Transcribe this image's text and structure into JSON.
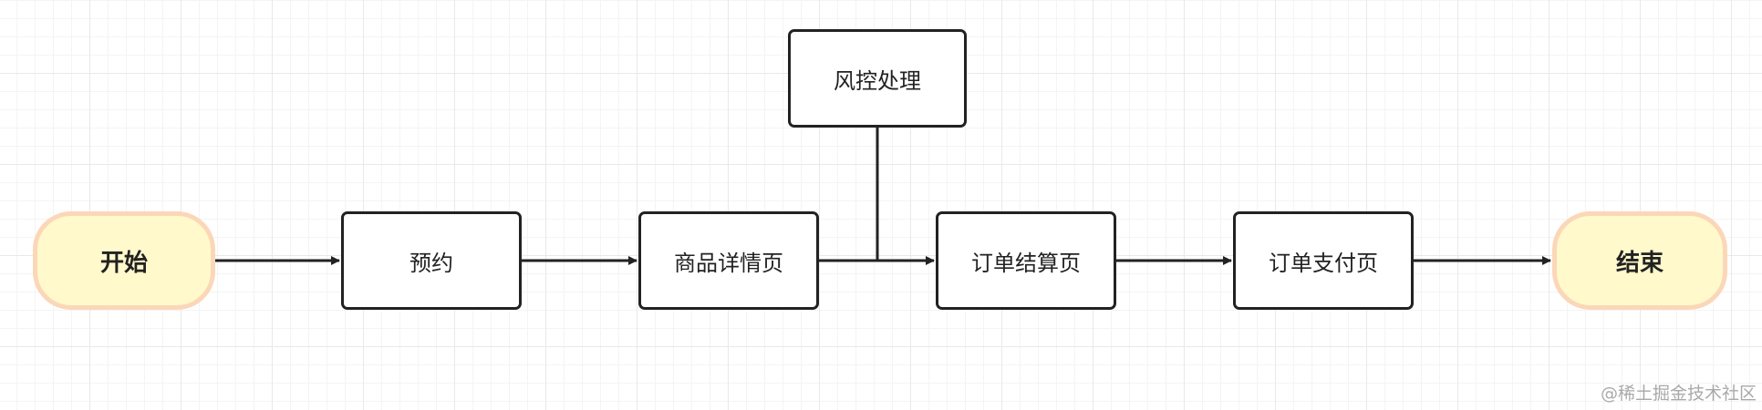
{
  "diagram": {
    "terminal_fill": "#fff9cc",
    "terminal_stroke": "#fbd7b8",
    "node_stroke": "#222222",
    "edge_color": "#222222",
    "nodes": [
      {
        "id": "start",
        "label": "开始",
        "kind": "terminal"
      },
      {
        "id": "reserve",
        "label": "预约",
        "kind": "process"
      },
      {
        "id": "detail",
        "label": "商品详情页",
        "kind": "process"
      },
      {
        "id": "risk",
        "label": "风控处理",
        "kind": "process"
      },
      {
        "id": "checkout",
        "label": "订单结算页",
        "kind": "process"
      },
      {
        "id": "pay",
        "label": "订单支付页",
        "kind": "process"
      },
      {
        "id": "end",
        "label": "结束",
        "kind": "terminal"
      }
    ],
    "edges": [
      {
        "from": "start",
        "to": "reserve",
        "arrow": true
      },
      {
        "from": "reserve",
        "to": "detail",
        "arrow": true
      },
      {
        "from": "detail",
        "to": "checkout",
        "arrow": true
      },
      {
        "from": "risk",
        "to": "detail-checkout-edge",
        "arrow": false
      },
      {
        "from": "checkout",
        "to": "pay",
        "arrow": true
      },
      {
        "from": "pay",
        "to": "end",
        "arrow": true
      }
    ]
  },
  "watermark": "@稀土掘金技术社区"
}
